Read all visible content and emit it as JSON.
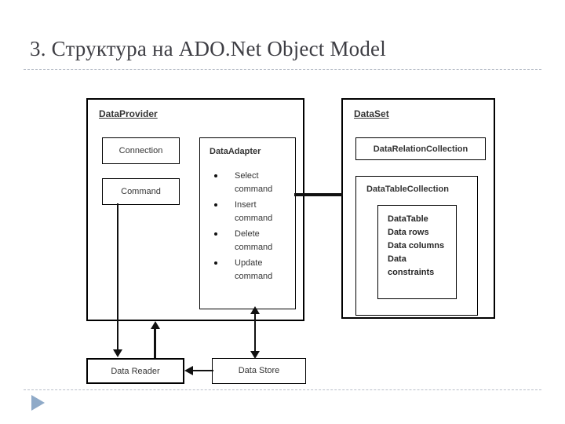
{
  "slide": {
    "title": "3. Структура на ADO.Net Object Model",
    "accent_color": "#8faac8",
    "rule_color": "#b9bfc9",
    "text_color": "#343434",
    "line_color": "#111111"
  },
  "diagram": {
    "type": "block-diagram",
    "data_provider": {
      "title": "DataProvider",
      "connection": {
        "label": "Connection"
      },
      "command": {
        "label": "Command"
      },
      "data_adapter": {
        "title": "DataAdapter",
        "commands": [
          "Select command",
          "Insert command",
          "Delete command",
          "Update command"
        ]
      }
    },
    "data_set": {
      "title": "DataSet",
      "relation_collection": {
        "label": "DataRelationCollection"
      },
      "table_collection": {
        "label": "DataTableCollection",
        "data_table": {
          "lines": [
            "DataTable",
            "Data rows",
            "Data columns",
            "Data constraints"
          ]
        }
      }
    },
    "bottom": {
      "data_reader": {
        "label": "Data Reader"
      },
      "data_store": {
        "label": "Data Store"
      }
    },
    "connectors": [
      {
        "name": "data-provider-to-data-set",
        "from": "DataAdapter",
        "to": "DataSet",
        "style": "line"
      },
      {
        "name": "command-to-data-reader",
        "from": "Command",
        "to": "Data Reader",
        "style": "arrow-down"
      },
      {
        "name": "data-reader-to-data-provider",
        "from": "Data Reader",
        "to": "DataProvider",
        "style": "arrow-up"
      },
      {
        "name": "data-adapter-to-data-store",
        "from": "DataAdapter",
        "to": "Data Store",
        "style": "arrow-both"
      },
      {
        "name": "data-store-to-data-reader",
        "from": "Data Store",
        "to": "Data Reader",
        "style": "arrow-left"
      }
    ]
  }
}
